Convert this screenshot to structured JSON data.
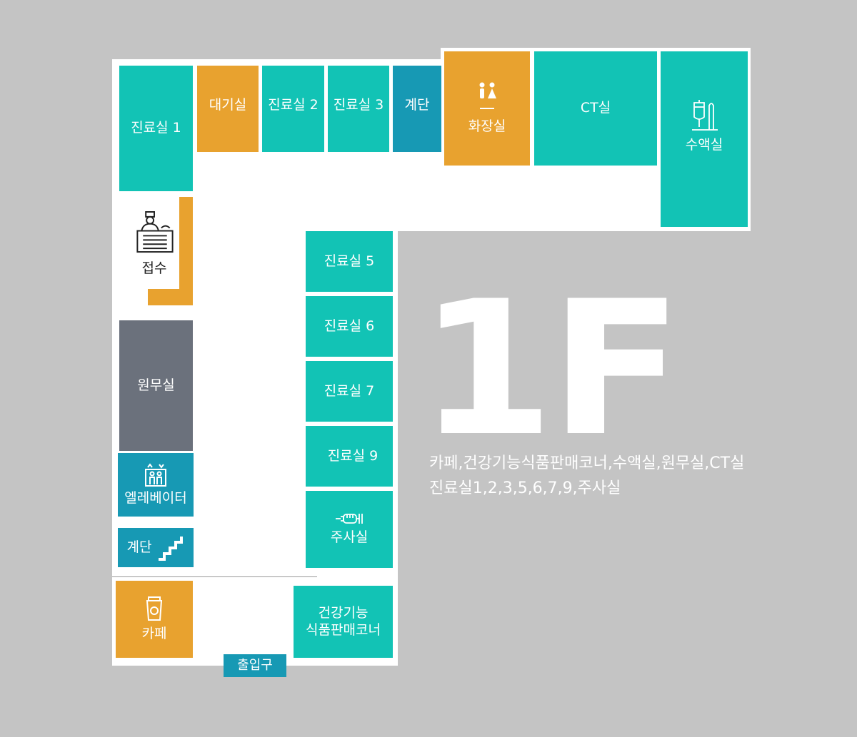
{
  "floor_label": "1F",
  "description": {
    "line1": "카페,건강기능식품판매코너,수액실,원무실,CT실",
    "line2": "진료실1,2,3,5,6,7,9,주사실"
  },
  "rooms": {
    "exam1": "진료실 1",
    "waiting": "대기실",
    "exam2": "진료실 2",
    "exam3": "진료실 3",
    "stairs_top": "계단",
    "restroom": "화장실",
    "ct": "CT실",
    "iv": "수액실",
    "reception": "접수",
    "office": "원무실",
    "elevator": "엘레베이터",
    "stairs_bottom": "계단",
    "cafe": "카페",
    "exam5": "진료실 5",
    "exam6": "진료실 6",
    "exam7": "진료실 7",
    "exam9": "진료실 9",
    "injection": "주사실",
    "health_food_line1": "건강기능",
    "health_food_line2": "식품판매코너",
    "entrance": "출입구"
  },
  "icons": [
    "restroom-icon",
    "iv-drip-icon",
    "reception-desk-icon",
    "elevator-icon",
    "stairs-icon",
    "coffee-cup-icon",
    "syringe-icon"
  ],
  "colors": {
    "background": "#c4c4c4",
    "floor": "#ffffff",
    "teal": "#12c3b5",
    "orange": "#e8a22f",
    "blue": "#1799b4",
    "slate": "#6b717c"
  }
}
